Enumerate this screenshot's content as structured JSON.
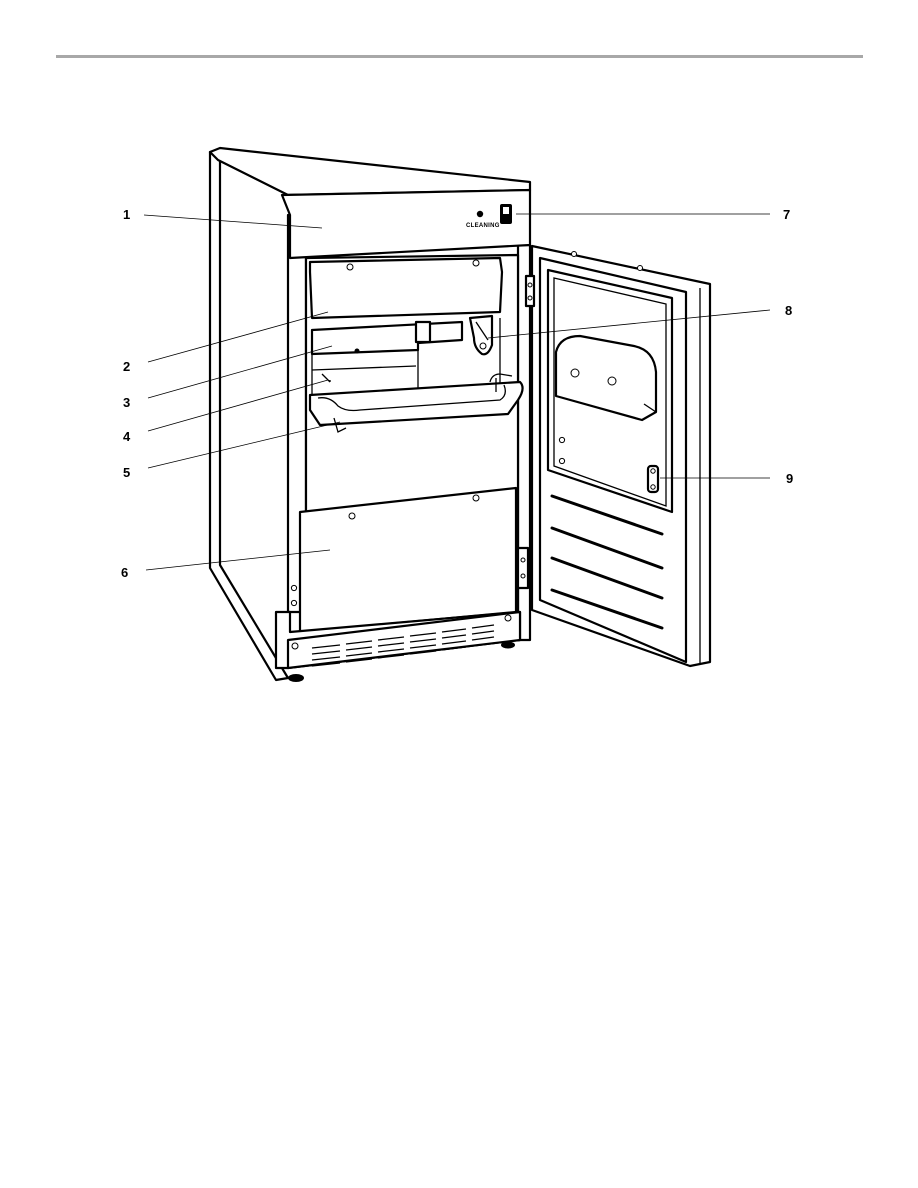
{
  "diagram": {
    "control_label": "CLEANING",
    "callouts": [
      {
        "id": "1",
        "label": "1"
      },
      {
        "id": "2",
        "label": "2"
      },
      {
        "id": "3",
        "label": "3"
      },
      {
        "id": "4",
        "label": "4"
      },
      {
        "id": "5",
        "label": "5"
      },
      {
        "id": "6",
        "label": "6"
      },
      {
        "id": "7",
        "label": "7"
      },
      {
        "id": "8",
        "label": "8"
      },
      {
        "id": "9",
        "label": "9"
      }
    ]
  }
}
